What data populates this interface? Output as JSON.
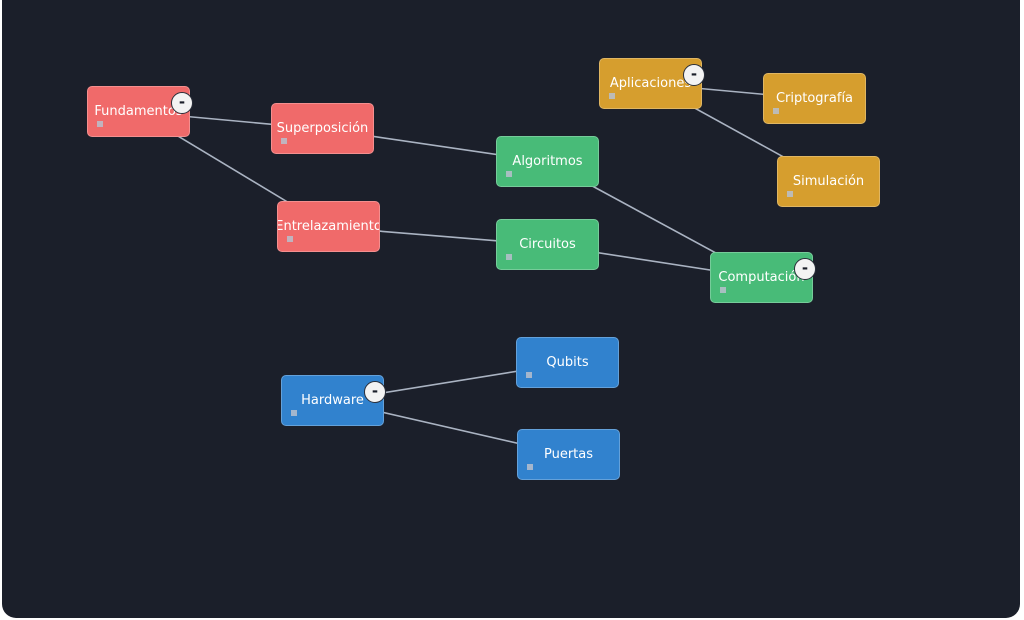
{
  "colors": {
    "background": "#1b1f2a",
    "edge": "#aab3c2",
    "fundamentos": "#f06a6a",
    "computacion": "#48bb78",
    "aplicaciones": "#d69e2e",
    "hardware": "#3182ce"
  },
  "nodes": [
    {
      "id": "fundamentos",
      "label": "Fundamentos",
      "group": "fundamentos"
    },
    {
      "id": "superposicion",
      "label": "Superposición",
      "group": "fundamentos"
    },
    {
      "id": "entrelazamiento",
      "label": "Entrelazamiento",
      "group": "fundamentos"
    },
    {
      "id": "algoritmos",
      "label": "Algoritmos",
      "group": "computacion"
    },
    {
      "id": "circuitos",
      "label": "Circuitos",
      "group": "computacion"
    },
    {
      "id": "computacion",
      "label": "Computación",
      "group": "computacion"
    },
    {
      "id": "aplicaciones",
      "label": "Aplicaciones",
      "group": "aplicaciones"
    },
    {
      "id": "criptografia",
      "label": "Criptografía",
      "group": "aplicaciones"
    },
    {
      "id": "simulacion",
      "label": "Simulación",
      "group": "aplicaciones"
    },
    {
      "id": "hardware",
      "label": "Hardware",
      "group": "hardware"
    },
    {
      "id": "qubits",
      "label": "Qubits",
      "group": "hardware"
    },
    {
      "id": "puertas",
      "label": "Puertas",
      "group": "hardware"
    }
  ],
  "edges": [
    [
      "fundamentos",
      "superposicion"
    ],
    [
      "fundamentos",
      "entrelazamiento"
    ],
    [
      "superposicion",
      "algoritmos"
    ],
    [
      "entrelazamiento",
      "circuitos"
    ],
    [
      "algoritmos",
      "computacion"
    ],
    [
      "circuitos",
      "computacion"
    ],
    [
      "aplicaciones",
      "criptografia"
    ],
    [
      "aplicaciones",
      "simulacion"
    ],
    [
      "hardware",
      "qubits"
    ],
    [
      "hardware",
      "puertas"
    ]
  ],
  "toggles": [
    {
      "node": "fundamentos",
      "symbol": "-"
    },
    {
      "node": "aplicaciones",
      "symbol": "-"
    },
    {
      "node": "computacion",
      "symbol": "-"
    },
    {
      "node": "hardware",
      "symbol": "-"
    }
  ]
}
